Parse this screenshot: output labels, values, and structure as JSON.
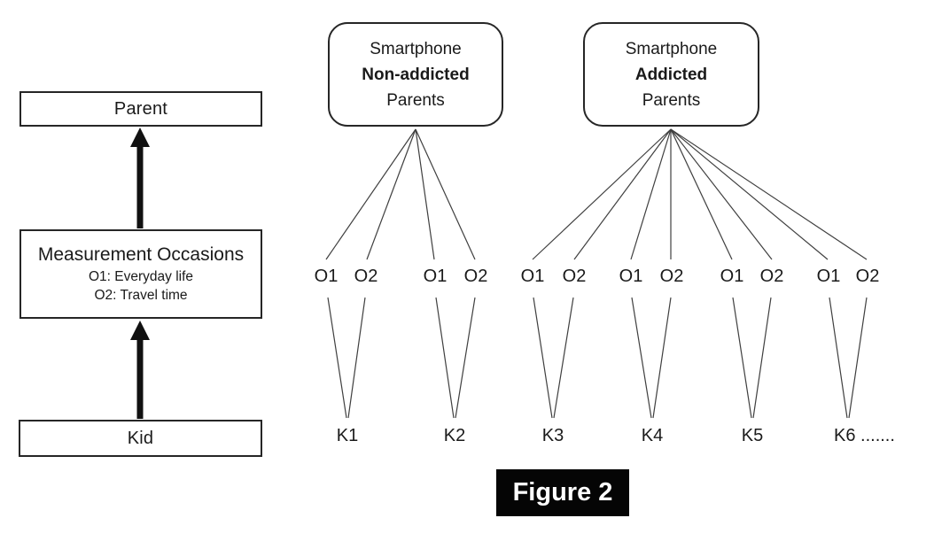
{
  "figure": {
    "caption": "Figure 2"
  },
  "left_flow": {
    "parent_label": "Parent",
    "measurement": {
      "title": "Measurement Occasions",
      "o1_desc": "O1: Everyday life",
      "o2_desc": "O2: Travel time"
    },
    "kid_label": "Kid"
  },
  "parent_groups": [
    {
      "line1": "Smartphone",
      "line2": "Non-addicted",
      "line3": "Parents"
    },
    {
      "line1": "Smartphone",
      "line2": "Addicted",
      "line3": "Parents"
    }
  ],
  "occasion_labels": [
    "O1",
    "O2",
    "O1",
    "O2",
    "O1",
    "O2",
    "O1",
    "O2",
    "O1",
    "O2",
    "O1",
    "O2"
  ],
  "kid_labels": [
    "K1",
    "K2",
    "K3",
    "K4",
    "K5",
    "K6 ......."
  ],
  "colors": {
    "line": "#3f3f3f",
    "arrow": "#111111",
    "caption_bg": "#050505",
    "caption_text": "#ffffff"
  }
}
